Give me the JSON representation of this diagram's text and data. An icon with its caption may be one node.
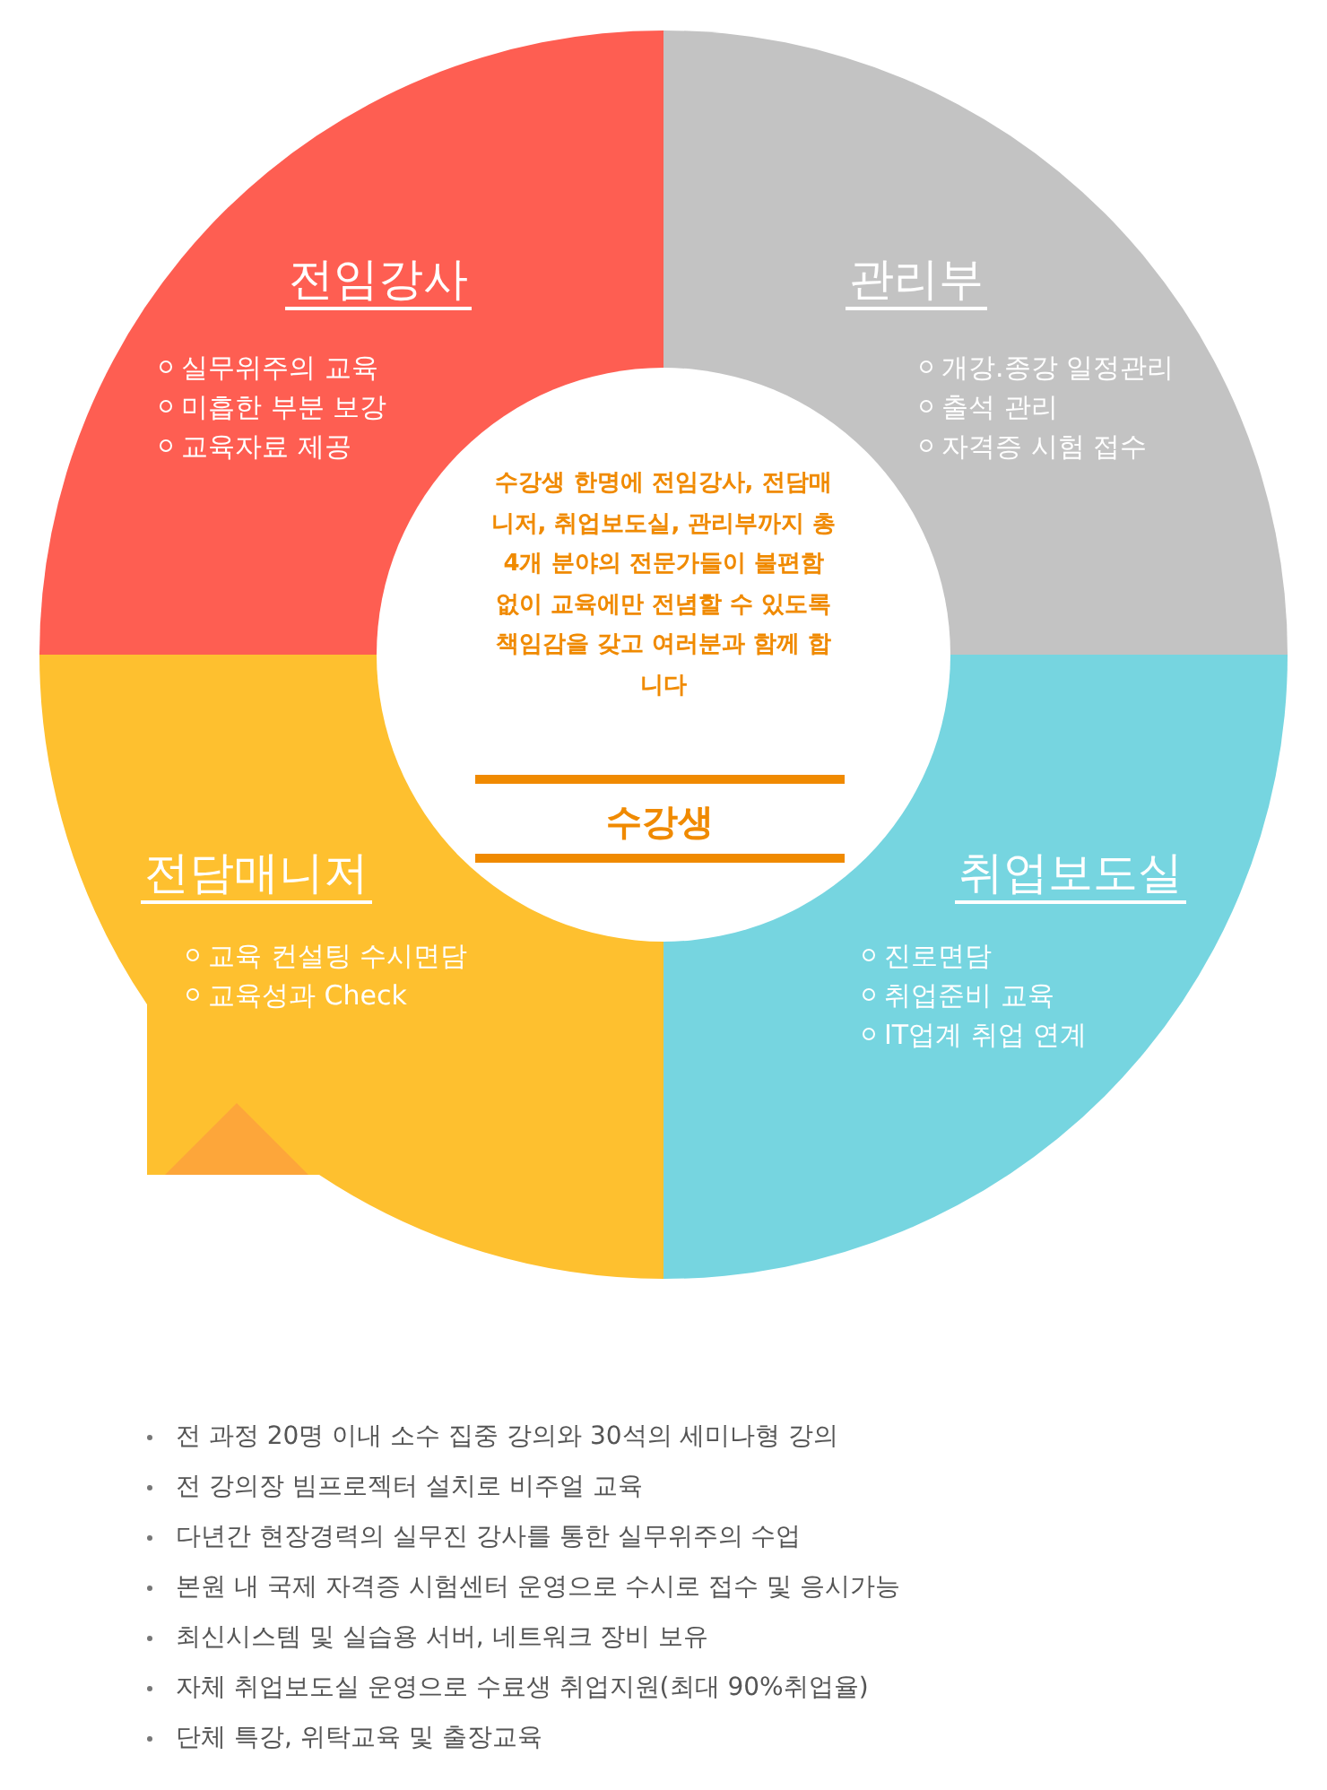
{
  "diagram": {
    "nodes": [
      {
        "text": [
          "전임강사",
          "실무위주의 교육",
          "미흡한 부분 보강",
          "교육자료 제공"
        ]
      },
      {
        "text": [
          "관리부",
          "개강.종강 일정관리",
          "출석 관리",
          "자격증 시험 접수"
        ]
      },
      {
        "text": [
          "수강생 한명에 전임강사, 전담매니저, 취업보도실, 관리부까지 총 4개 분야의 전문가들이 불편함 없이 교육에만 전념할 수 있도록 책임감을 갖고 여러분과 함께 합니다",
          "수강생"
        ]
      },
      {
        "text": [
          "전담매니저",
          "교육 컨설팅 수시면담",
          "교육성과 Check"
        ]
      },
      {
        "text": [
          "취업보도실",
          "진로면담",
          "취업준비 교육",
          "IT업계 취업 연계"
        ]
      }
    ],
    "edges": [],
    "labels": [
      "전 과정 20명 이내 소수 집중 강의와 30석의 세미나형 강의",
      "전 강의장 빔프로젝터 설치로 비주얼 교육",
      "다년간 현장경력의 실무진 강사를 통한 실무위주의 수업",
      "본원 내 국제 자격증 시험센터 운영으로 수시로 접수 및 응시가능",
      "최신시스템 및 실습용 서버, 네트워크 장비 보유",
      "자체 취업보도실 운영으로 수료생 취업지원(최대 90%취업율)",
      "단체 특강, 위탁교육 및 출장교육"
    ]
  }
}
